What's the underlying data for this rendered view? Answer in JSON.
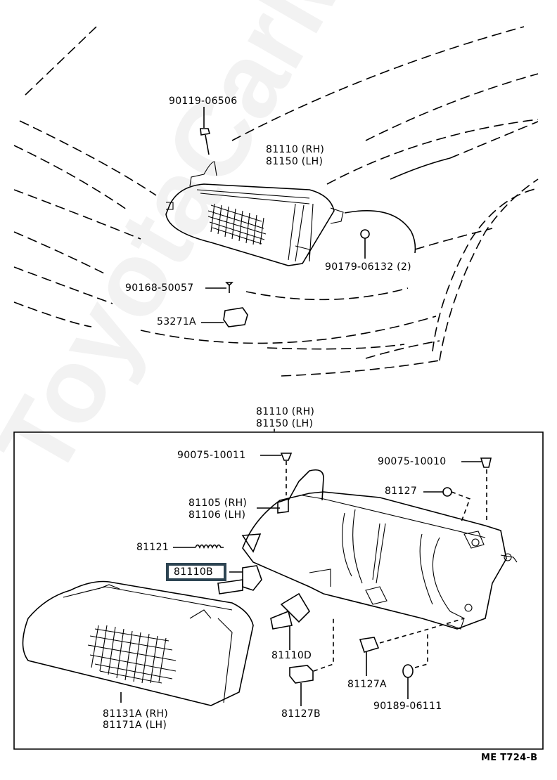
{
  "diagram": {
    "type": "parts-exploded-view",
    "subject": "headlamp assembly",
    "watermark": "ToyotaCarMine.ru",
    "code": "ME T724-B",
    "highlight_color": "#2d4452",
    "upper_view": {
      "labels": [
        {
          "id": "p90119",
          "text": "90119-06506"
        },
        {
          "id": "p81110_rh_top",
          "text": "81110 (RH)"
        },
        {
          "id": "p81150_lh_top",
          "text": "81150 (LH)"
        },
        {
          "id": "p90179",
          "text": "90179-06132 (2)"
        },
        {
          "id": "p90168",
          "text": "90168-50057"
        },
        {
          "id": "p53271a",
          "text": "53271A"
        }
      ]
    },
    "lower_view": {
      "header": {
        "rh": "81110 (RH)",
        "lh": "81150 (LH)"
      },
      "labels": [
        {
          "id": "p90075_10011",
          "text": "90075-10011"
        },
        {
          "id": "p90075_10010",
          "text": "90075-10010"
        },
        {
          "id": "p81127",
          "text": "81127"
        },
        {
          "id": "p81105",
          "text": "81105 (RH)"
        },
        {
          "id": "p81106",
          "text": "81106 (LH)"
        },
        {
          "id": "p81121",
          "text": "81121"
        },
        {
          "id": "p81110b",
          "text": "81110B",
          "highlighted": true
        },
        {
          "id": "p81110d",
          "text": "81110D"
        },
        {
          "id": "p81127a",
          "text": "81127A"
        },
        {
          "id": "p81127b",
          "text": "81127B"
        },
        {
          "id": "p90189",
          "text": "90189-06111"
        },
        {
          "id": "p81131a",
          "text": "81131A",
          "suffix": "(RH)"
        },
        {
          "id": "p81171a",
          "text": "81171A",
          "suffix": "(LH)"
        }
      ]
    }
  }
}
